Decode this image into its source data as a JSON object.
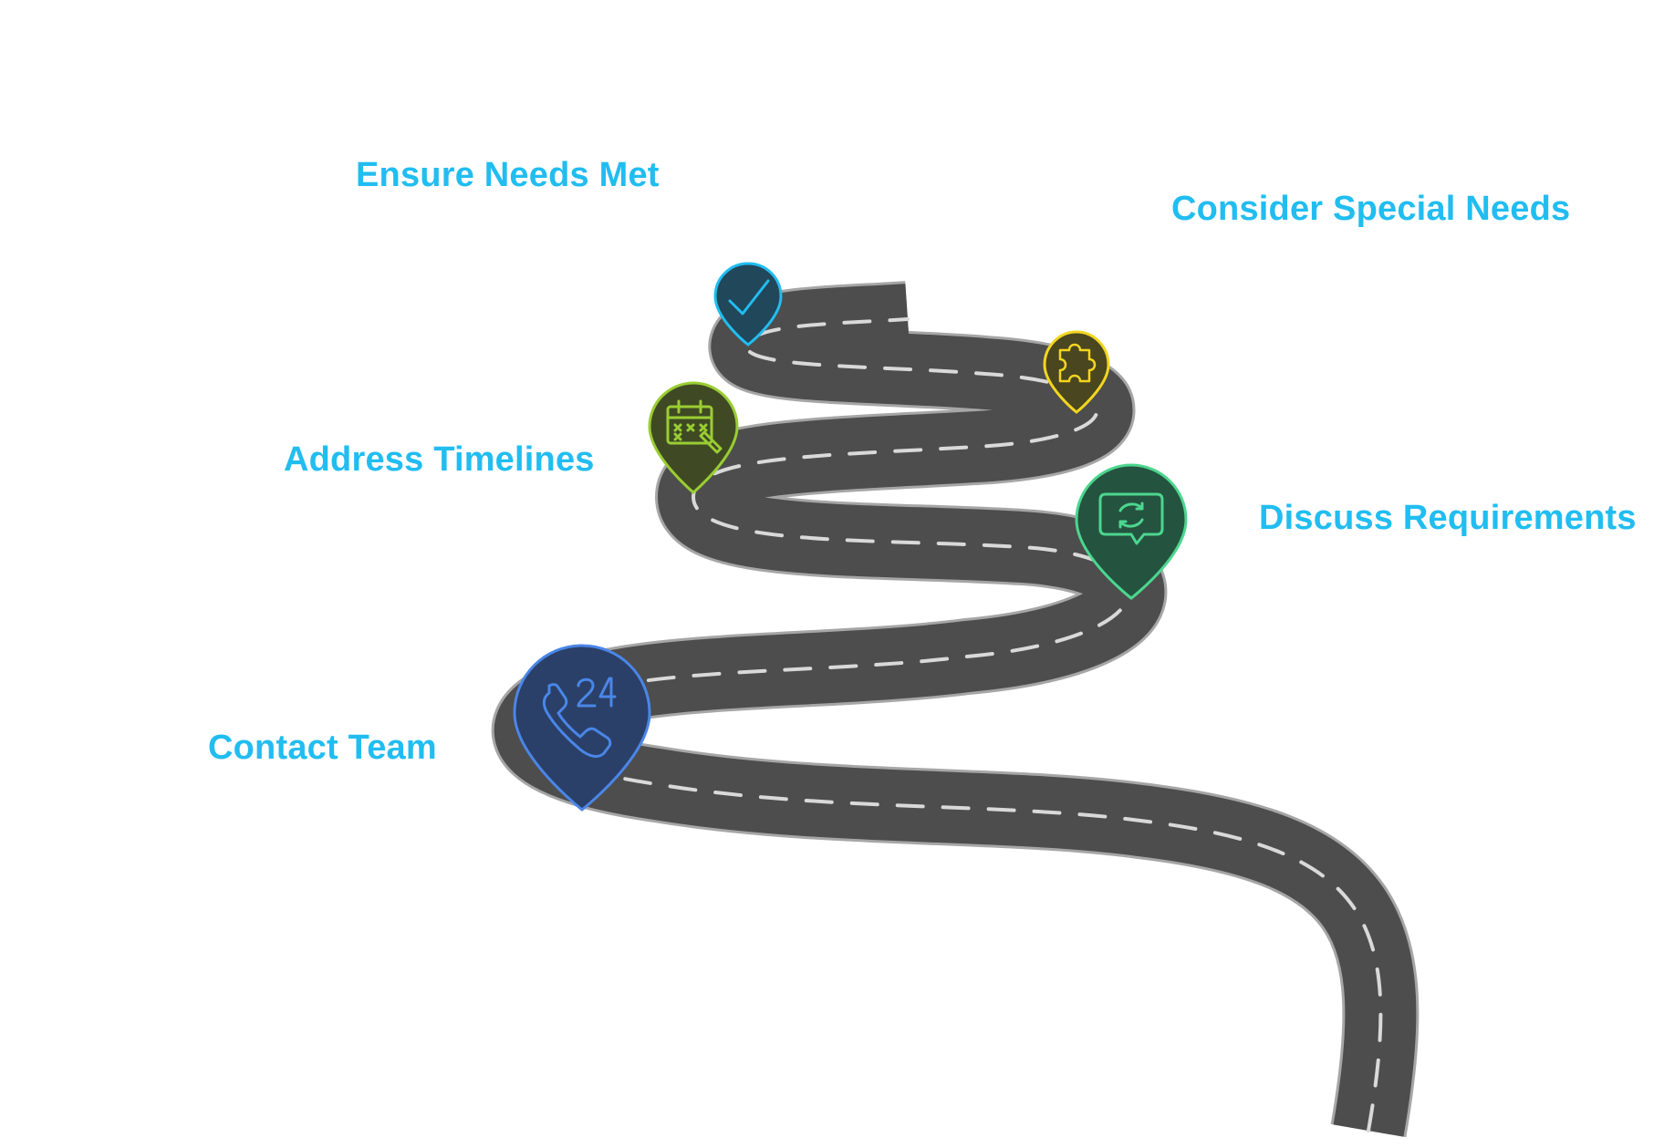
{
  "colors": {
    "label": "#21BDF1",
    "road": "#4D4D4D",
    "road_edge": "#A6A6A6",
    "lane_marking": "#D9D9D9"
  },
  "steps": [
    {
      "label": "Contact Team",
      "icon": "phone-24-icon",
      "pin_fill": "#2A4068",
      "pin_stroke": "#4A86E8"
    },
    {
      "label": "Discuss Requirements",
      "icon": "chat-sync-icon",
      "pin_fill": "#245340",
      "pin_stroke": "#4CD68E"
    },
    {
      "label": "Address Timelines",
      "icon": "calendar-edit-icon",
      "pin_fill": "#3F4A24",
      "pin_stroke": "#9ACD32"
    },
    {
      "label": "Consider Special Needs",
      "icon": "puzzle-piece-icon",
      "pin_fill": "#4A4620",
      "pin_stroke": "#F2D61F"
    },
    {
      "label": "Ensure Needs Met",
      "icon": "checkmark-icon",
      "pin_fill": "#21475A",
      "pin_stroke": "#21BDF1"
    }
  ]
}
